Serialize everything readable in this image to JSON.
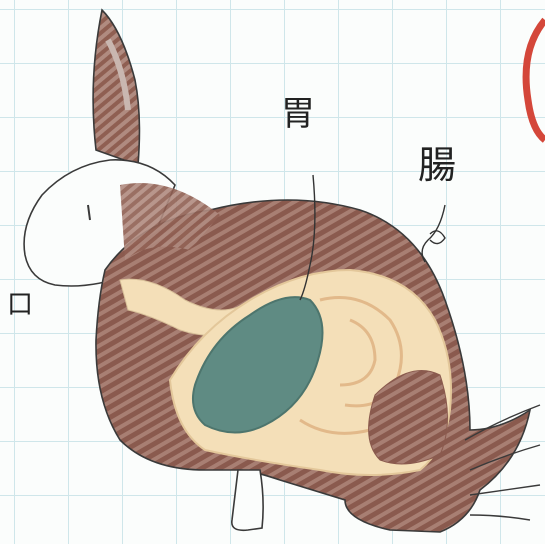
{
  "labels": {
    "mouth": "口",
    "stomach": "胃",
    "intestine": "腸"
  },
  "colors": {
    "grid": "#cfe6ea",
    "fur": "#8a5a4e",
    "stomach": "#5f8b83",
    "tissue": "#f4dfb8",
    "outline": "#3a3a3a",
    "corner_mark": "#d4473a"
  }
}
